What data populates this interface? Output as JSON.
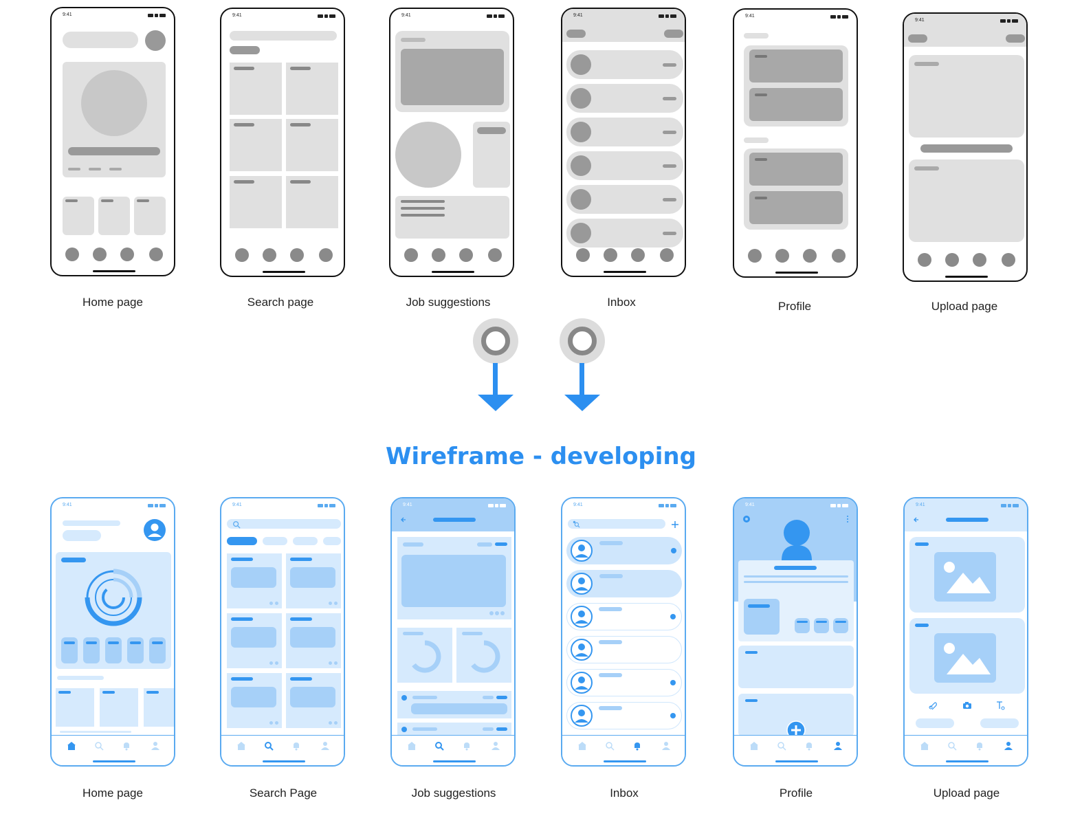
{
  "title": "Wireframe - developing",
  "status_time": "9:41",
  "grey_row": {
    "labels": [
      "Home page",
      "Search page",
      "Job suggestions",
      "Inbox",
      "Profile",
      "Upload page"
    ]
  },
  "blue_row": {
    "labels": [
      "Home page",
      "Search Page",
      "Job suggestions",
      "Inbox",
      "Profile",
      "Upload page"
    ]
  },
  "colors": {
    "accent": "#3496f0",
    "light_blue": "#d6eafd",
    "grey": "#e0e0e0",
    "dark_grey": "#a8a8a8"
  },
  "icons": [
    "home-icon",
    "search-icon",
    "bell-icon",
    "user-icon",
    "plus-icon",
    "image-icon",
    "camera-icon",
    "back-arrow-icon"
  ]
}
